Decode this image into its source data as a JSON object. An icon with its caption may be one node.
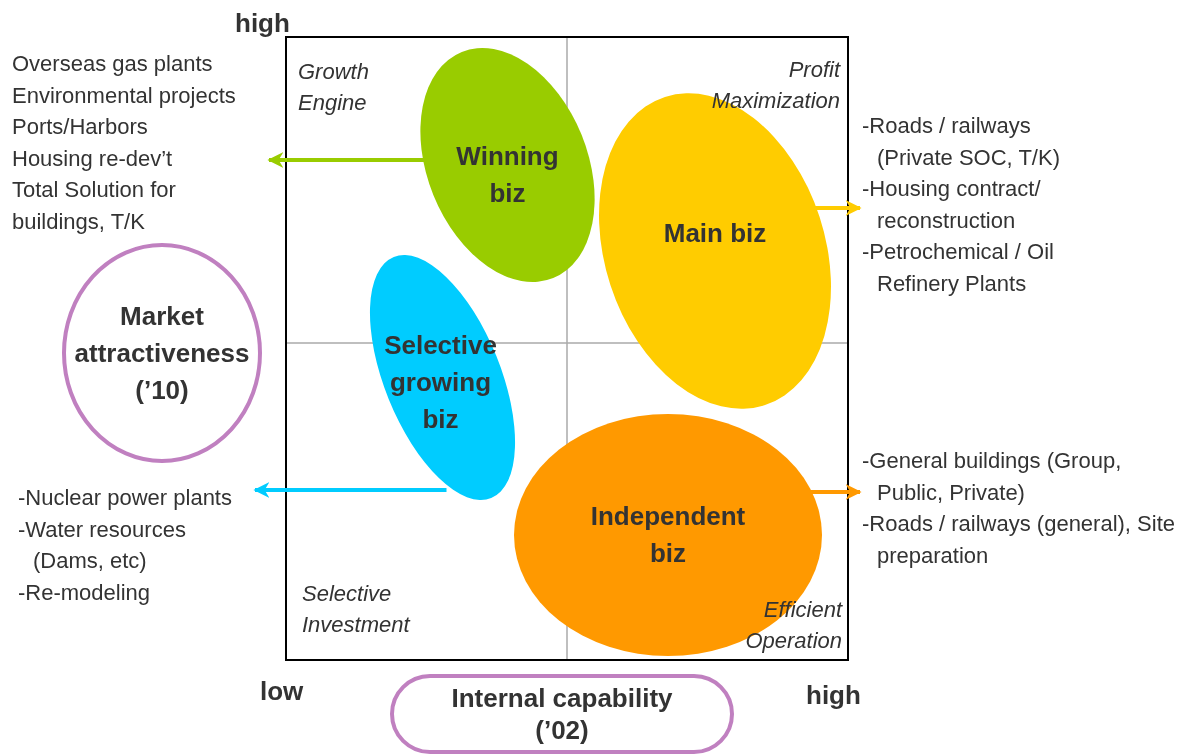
{
  "diagram": {
    "nodes": [
      {
        "text": [
          "Winning biz"
        ]
      },
      {
        "text": [
          "Overseas gas plants",
          "Environmental projects",
          "Ports/Harbors",
          "Housing re-dev’t",
          "Total Solution for buildings, T/K"
        ]
      },
      {
        "text": [
          "Main biz"
        ]
      },
      {
        "text": [
          "-Roads / railways (Private SOC, T/K)",
          "-Housing contract/ reconstruction",
          "-Petrochemical / Oil Refinery Plants"
        ]
      },
      {
        "text": [
          "Selective growing biz"
        ]
      },
      {
        "text": [
          "-Nuclear power plants",
          "-Water resources (Dams, etc)",
          "-Re-modeling"
        ]
      },
      {
        "text": [
          "Independent biz"
        ]
      },
      {
        "text": [
          "-General buildings (Group, Public, Private)",
          "-Roads / railways (general), Site preparation"
        ]
      },
      {
        "text": [
          "Market attractiveness (’10)"
        ]
      },
      {
        "text": [
          "Internal capability (’02)"
        ]
      }
    ],
    "edges": [
      {
        "from": 0,
        "to": 1,
        "arrow": "to",
        "color": "#99cc00"
      },
      {
        "from": 2,
        "to": 3,
        "arrow": "to",
        "color": "#ffcc00"
      },
      {
        "from": 4,
        "to": 5,
        "arrow": "to",
        "color": "#00ccff"
      },
      {
        "from": 6,
        "to": 7,
        "arrow": "to",
        "color": "#ff9900"
      }
    ],
    "labels": [
      "high",
      "Growth Engine",
      "Profit Maximization",
      "Selective Investment",
      "Efficient Operation",
      "low",
      "high"
    ]
  }
}
